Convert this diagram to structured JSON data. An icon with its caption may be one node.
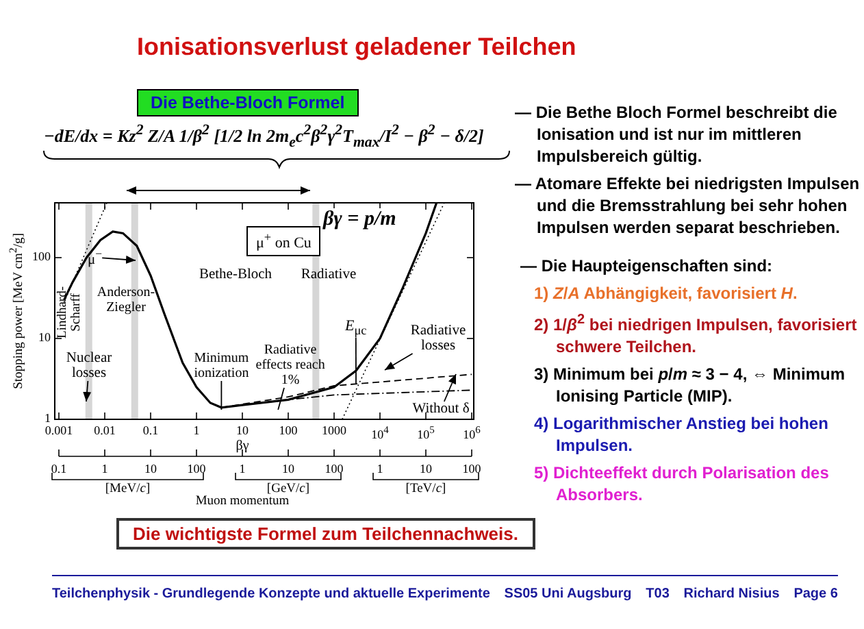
{
  "diagram": {
    "title": "Ionisationsverlust geladener Teilchen",
    "nodes": [
      {
        "text": [
          "Die Bethe-Bloch Formel"
        ]
      },
      {
        "text": [
          "μ$^{+}$ on Cu"
        ]
      },
      {
        "text": [
          "μ$^{−}$"
        ]
      },
      {
        "text": [
          "*E*$_{μc}$"
        ]
      },
      {
        "text": [
          "Radiative losses"
        ]
      },
      {
        "text": [
          "Minimum ionization"
        ]
      },
      {
        "text": [
          "Radiative effects reach 1%"
        ]
      },
      {
        "text": [
          "Nuclear losses"
        ]
      },
      {
        "text": [
          "Without δ"
        ]
      },
      {
        "text": [
          "Die wichtigste Formel zum Teilchennachweis."
        ]
      }
    ],
    "edges": [
      {
        "from": 2,
        "to": null,
        "arrow": "to"
      },
      {
        "from": 3,
        "to": null,
        "arrow": "none"
      },
      {
        "from": 4,
        "to": null,
        "arrow": "to"
      },
      {
        "from": 5,
        "to": null,
        "arrow": "none"
      },
      {
        "from": 6,
        "to": null,
        "arrow": "none"
      },
      {
        "from": 7,
        "to": null,
        "arrow": "to"
      },
      {
        "from": 8,
        "to": null,
        "arrow": "to"
      }
    ],
    "labels": [
      "−dE/dx = Kz$^{2}$ Z/A 1/β$^{2}$ [1/2 ln 2m$_{e}$c$^{2}$β$^{2}$γ$^{2}$T$_{max}$/I$^{2}$ − β$^{2}$ − δ/2]",
      "βγ = p/m",
      "Stopping power [MeV cm$^{2}$/g]",
      "100",
      "10",
      "1",
      "Bethe-Bloch",
      "Radiative",
      "Lindhard-Scharff",
      "Anderson-Ziegler",
      "0.001",
      "0.01",
      "0.1",
      "1",
      "10",
      "100",
      "1000",
      "10$^{4}$",
      "10$^{5}$",
      "10$^{6}$",
      "βγ",
      "0.1",
      "1",
      "10",
      "100",
      "1",
      "10",
      "100",
      "1",
      "10",
      "100",
      "[MeV/*c*]",
      "[GeV/*c*]",
      "[TeV/*c*]",
      "Muon momentum",
      "— Die Bethe Bloch Formel beschreibt die Ionisation und ist nur im mittleren Impulsbereich gültig.",
      "— Atomare Effekte bei niedrigsten Impulsen und die Bremsstrahlung bei sehr hohen Impulsen werden separat beschrieben.",
      "— Die Haupteigenschaften sind:",
      "1) *Z*/*A* Abhängigkeit, favorisiert *H*.",
      "2) 1/*β*$^{2}$ bei niedrigen Impulsen, favorisiert schwere Teilchen.",
      "3) Minimum bei *p*/*m* ≈ 3 − 4, ⇔ Minimum Ionising Particle (MIP).",
      "4) Logarithmischer Anstieg bei hohen Impulsen.",
      "5) Dichteeffekt durch Polarisation des Absorbers.",
      "Teilchenphysik - Grundlegende Konzepte und aktuelle Experimente",
      "SS05 Uni Augsburg",
      "T03",
      "Richard Nisius",
      "Page 6"
    ]
  }
}
